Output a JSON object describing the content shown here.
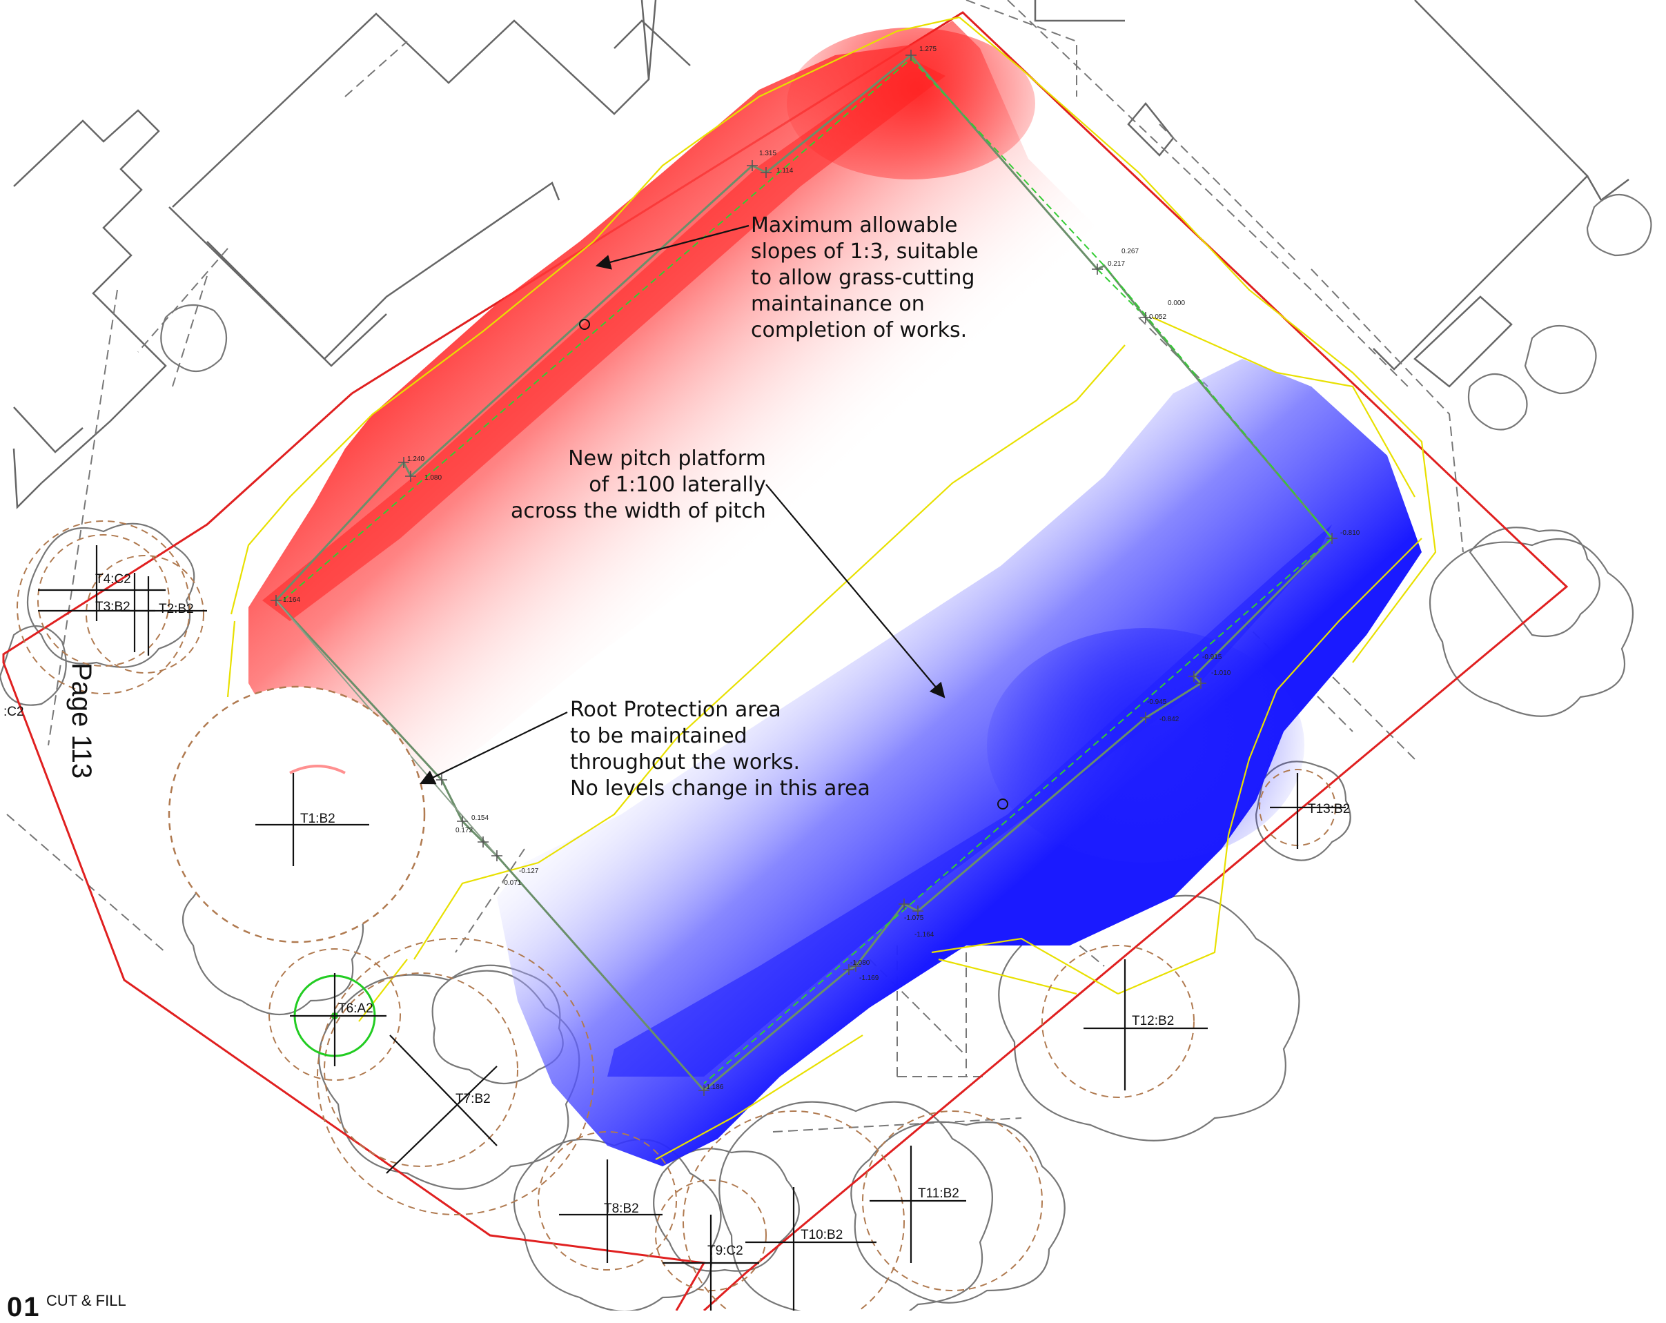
{
  "annotations": {
    "slopes": "Maximum allowable\nslopes of 1:3, suitable\nto allow grass-cutting\nmaintainance on\ncompletion of works.",
    "platform": "New pitch platform\nof 1:100 laterally\nacross the width of pitch",
    "root": "Root Protection area\nto be maintained\nthroughout the works.\nNo levels change in this area"
  },
  "page_label": "Page 113",
  "title_block": {
    "number": "01",
    "text": "CUT & FILL"
  },
  "trees": [
    {
      "label": "T1:B2"
    },
    {
      "label": "T2:B2"
    },
    {
      "label": "T3:B2"
    },
    {
      "label": "T4:C2"
    },
    {
      "label": "T6:A2"
    },
    {
      "label": "T7:B2"
    },
    {
      "label": "T8:B2"
    },
    {
      "label": "T9:C2"
    },
    {
      "label": "T10:B2"
    },
    {
      "label": "T11:B2"
    },
    {
      "label": "T12:B2"
    },
    {
      "label": "T13:B2"
    },
    {
      "label": ":C2"
    }
  ],
  "levels": [
    {
      "value": "1.275"
    },
    {
      "value": "1.315"
    },
    {
      "value": "1.114"
    },
    {
      "value": "0.267"
    },
    {
      "value": "0.217"
    },
    {
      "value": "0.000"
    },
    {
      "value": "0.052"
    },
    {
      "value": "1.240"
    },
    {
      "value": "1.080"
    },
    {
      "value": "1.164"
    },
    {
      "value": "-0.810"
    },
    {
      "value": "-0.915"
    },
    {
      "value": "-1.010"
    },
    {
      "value": "-0.945"
    },
    {
      "value": "-0.842"
    },
    {
      "value": "0.154"
    },
    {
      "value": "0.172"
    },
    {
      "value": "-0.127"
    },
    {
      "value": "-0.071"
    },
    {
      "value": "-1.075"
    },
    {
      "value": "-1.164"
    },
    {
      "value": "-1.080"
    },
    {
      "value": "-1.169"
    },
    {
      "value": "-1.186"
    }
  ],
  "colors": {
    "boundary": "#e02020",
    "cut": "#ff2a2a",
    "fill": "#2828ff",
    "setout": "#e8e000",
    "tree_outline": "#777777",
    "rpa": "#b07a50",
    "highlight_tree": "#22cc22"
  }
}
